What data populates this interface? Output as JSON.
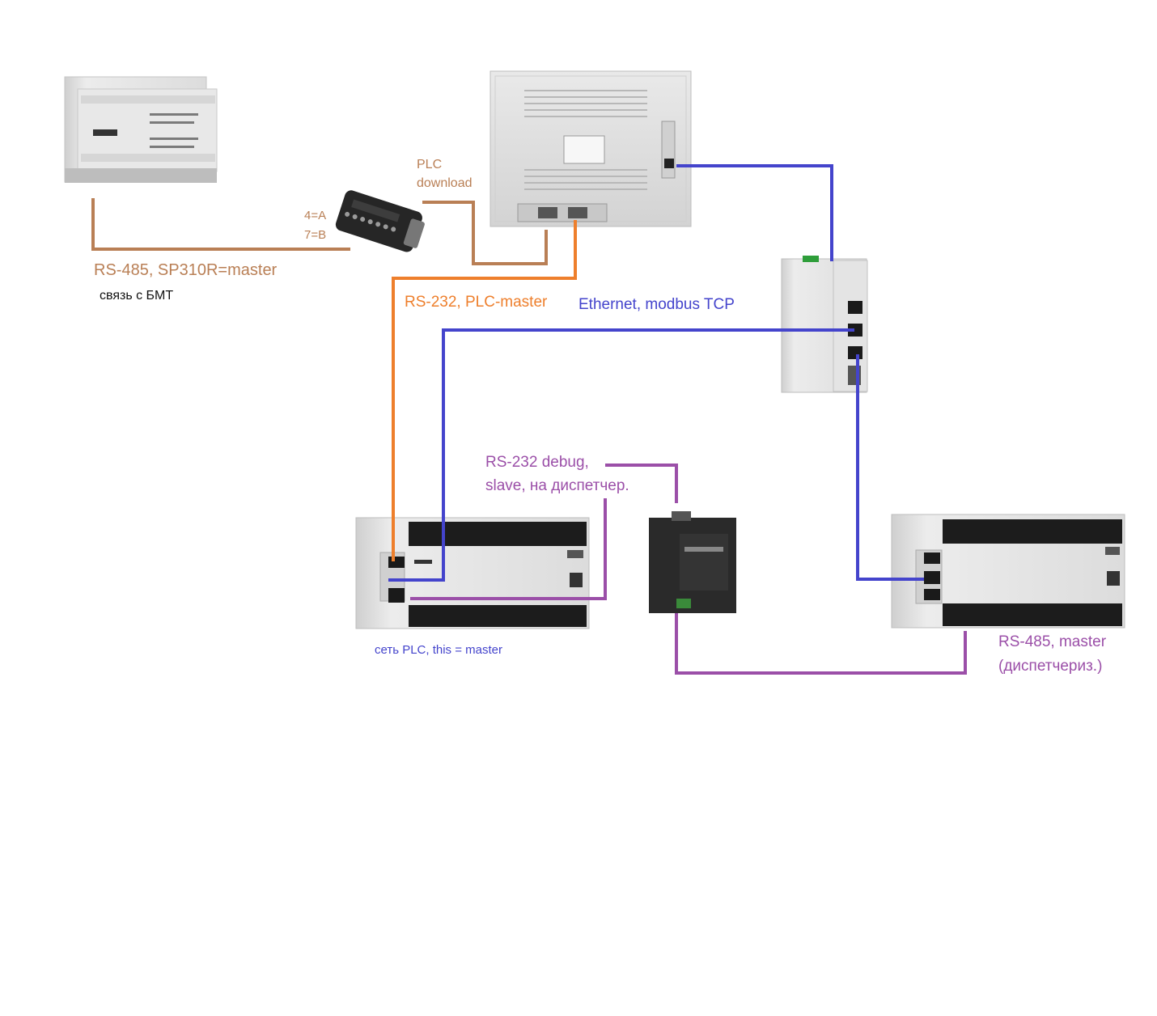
{
  "colors": {
    "rs485_link": "#b97f55",
    "rs232_link": "#ee7f2c",
    "ethernet_link": "#4444cc",
    "debug_link": "#9b4fa8",
    "device_body": "#e6e6e6",
    "device_terminal": "#1c1c1c"
  },
  "labels": {
    "plc_download_1": "PLC",
    "plc_download_2": "download",
    "pin_a": "4=A",
    "pin_b": "7=B",
    "rs485_bmt": "RS-485, SP310R=master",
    "bmt_comm": "связь с БМТ",
    "rs232_plc": "RS-232, PLC-master",
    "ethernet": "Ethernet, modbus TCP",
    "debug_1": "RS-232 debug,",
    "debug_2": "slave, на диспетчер.",
    "plc_network": "сеть PLC, this = master",
    "rs485_disp_1": "RS-485, master",
    "rs485_disp_2": "(диспетчериз.)"
  },
  "devices": {
    "io_module": "io-module",
    "converter": "db9-rs485-converter",
    "hmi_panel": "hmi-panel-rear",
    "switch": "ethernet-switch",
    "plc_main": "plc-main",
    "interface_module": "interface-converter",
    "plc_dispatch": "plc-dispatch"
  }
}
